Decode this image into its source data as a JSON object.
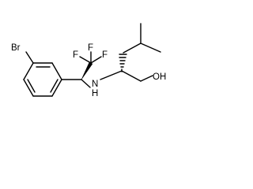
{
  "molecule": {
    "atoms": {
      "bromine": "Br",
      "nitrogen": "N",
      "amine_hydrogen": "H",
      "hydroxyl": "OH",
      "fluorine_1": "F",
      "fluorine_2": "F",
      "fluorine_3": "F"
    },
    "colors": {
      "ink": "#000000",
      "background": "#ffffff"
    }
  }
}
